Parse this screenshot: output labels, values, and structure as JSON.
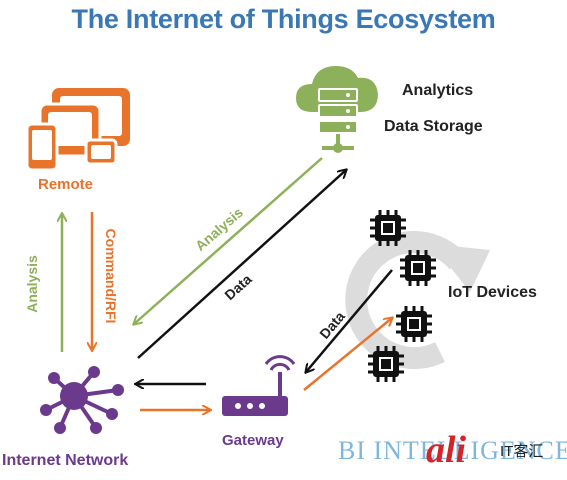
{
  "title": "The Internet of Things Ecosystem",
  "nodes": {
    "remote": "Remote",
    "analytics": "Analytics",
    "data_storage": "Data Storage",
    "iot_devices": "IoT Devices",
    "gateway": "Gateway",
    "internet_network": "Internet Network"
  },
  "edges": {
    "analysis_vertical": "Analysis",
    "command_rfi": "Command/RFI",
    "analysis_diagonal": "Analysis",
    "data_to_cloud": "Data",
    "data_to_gateway": "Data"
  },
  "watermark": {
    "text": "BI INTELLIGENCE",
    "logo": "ali",
    "cn": "IT客汇"
  },
  "colors": {
    "title": "#3a78b5",
    "orange": "#e8732b",
    "green": "#8db05a",
    "purple": "#6c3a8c",
    "dark": "#111111",
    "gray": "#d5d5d5"
  }
}
